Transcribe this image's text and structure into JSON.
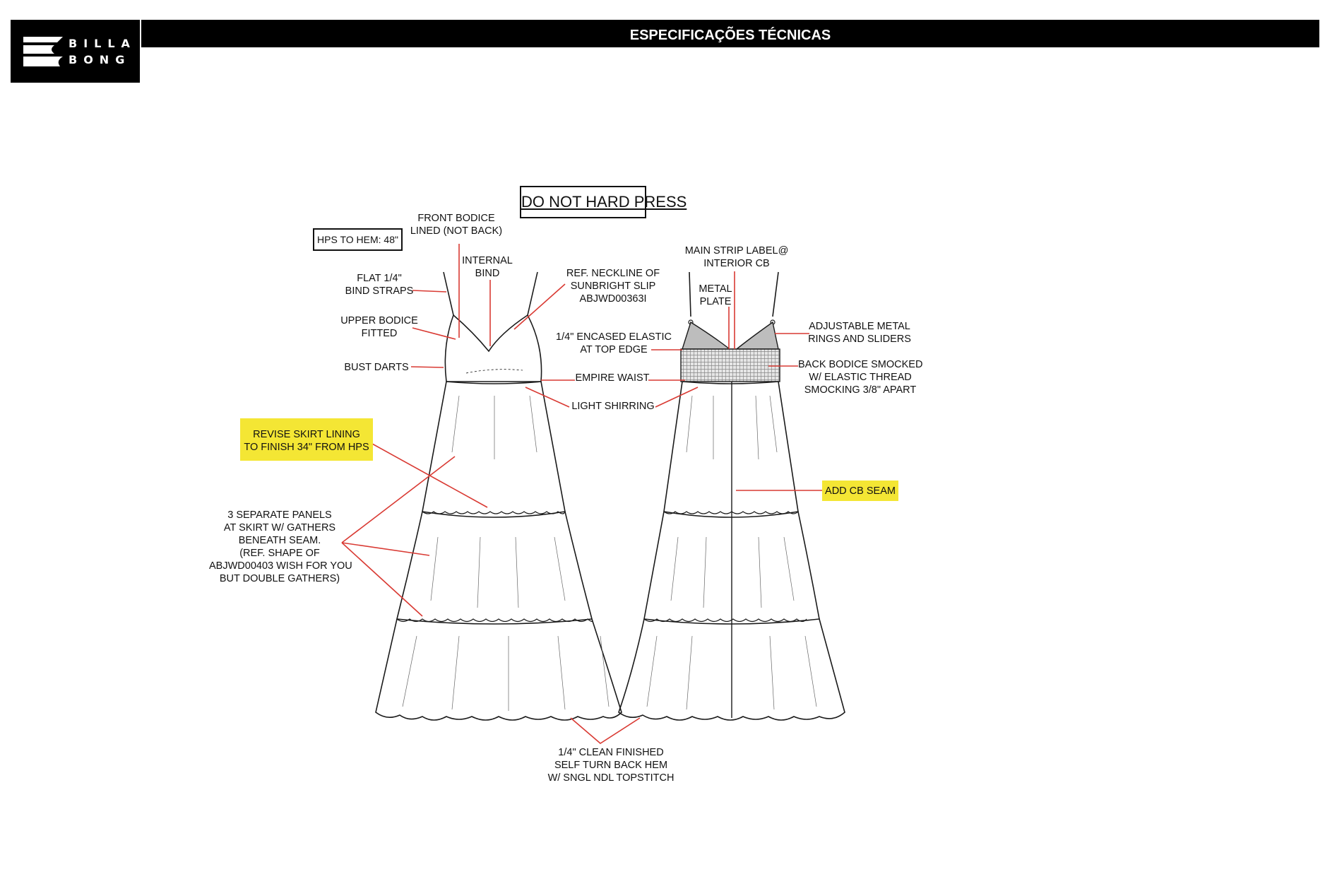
{
  "header": {
    "brand_line1": "BILLA",
    "brand_line2": "BONG",
    "title": "ESPECIFICAÇÕES TÉCNICAS"
  },
  "boxes": {
    "do_not_hard_press": "DO NOT HARD PRESS",
    "hps_to_hem": "HPS TO HEM: 48\""
  },
  "front_callouts": {
    "front_bodice": [
      "FRONT BODICE",
      "LINED (NOT BACK)"
    ],
    "internal_bind": [
      "INTERNAL",
      "BIND"
    ],
    "ref_neckline": [
      "REF. NECKLINE OF",
      "SUNBRIGHT SLIP",
      "ABJWD00363I"
    ],
    "flat_straps": [
      "FLAT 1/4\"",
      "BIND STRAPS"
    ],
    "upper_bodice": [
      "UPPER BODICE",
      "FITTED"
    ],
    "bust_darts": [
      "BUST DARTS"
    ],
    "encased_elastic": [
      "1/4\" ENCASED ELASTIC",
      "AT TOP EDGE"
    ],
    "empire_waist": [
      "EMPIRE WAIST"
    ],
    "light_shirring": [
      "LIGHT SHIRRING"
    ],
    "revise_lining": [
      "REVISE SKIRT LINING",
      "TO FINISH 34\" FROM HPS"
    ],
    "separate_panels": [
      "3 SEPARATE PANELS",
      "AT SKIRT W/ GATHERS",
      "BENEATH SEAM.",
      "(REF. SHAPE OF",
      "ABJWD00403 WISH FOR YOU",
      "BUT DOUBLE GATHERS)"
    ],
    "hem": [
      "1/4\" CLEAN FINISHED",
      "SELF TURN BACK HEM",
      "W/ SNGL NDL TOPSTITCH"
    ]
  },
  "back_callouts": {
    "main_label": [
      "MAIN STRIP LABEL@",
      "INTERIOR CB"
    ],
    "metal_plate": [
      "METAL",
      "PLATE"
    ],
    "adjustable_rings": [
      "ADJUSTABLE METAL",
      "RINGS AND SLIDERS"
    ],
    "back_smocked": [
      "BACK BODICE SMOCKED",
      "W/ ELASTIC THREAD",
      "SMOCKING 3/8\" APART"
    ],
    "add_cb_seam": [
      "ADD CB SEAM"
    ]
  },
  "colors": {
    "callout_line": "#d93a33",
    "highlight": "#f4e634",
    "garment_line": "#1a1a1a",
    "smocking_fill": "#bdbdbd"
  }
}
